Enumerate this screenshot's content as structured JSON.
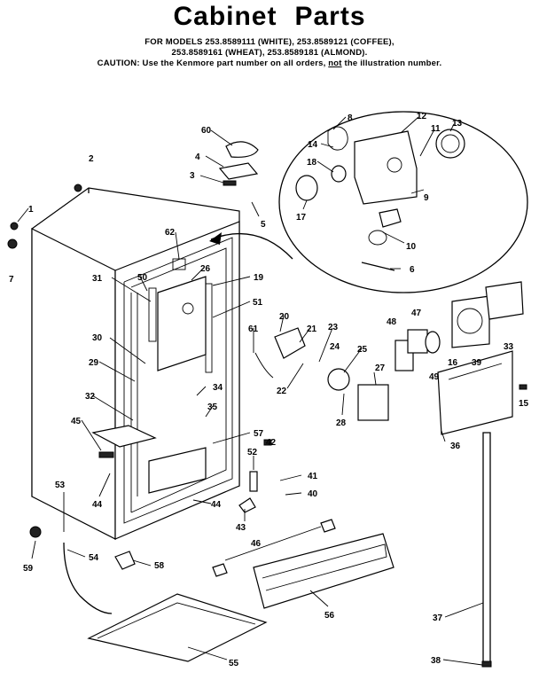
{
  "header": {
    "title_word1": "Cabinet",
    "title_word2": "Parts",
    "models_line1": "FOR MODELS 253.8589111 (WHITE), 253.8589121 (COFFEE),",
    "models_line2": "253.8589161 (WHEAT), 253.8589181 (ALMOND).",
    "caution_prefix": "CAUTION: Use the Kenmore part number on all orders,",
    "caution_not": "not",
    "caution_suffix": "the illustration number."
  },
  "callouts": [
    "60",
    "8",
    "12",
    "13",
    "14",
    "11",
    "18",
    "2",
    "4",
    "3",
    "5",
    "9",
    "17",
    "10",
    "1",
    "62",
    "7",
    "6",
    "26",
    "19",
    "31",
    "50",
    "51",
    "20",
    "61",
    "21",
    "23",
    "48",
    "47",
    "30",
    "24",
    "25",
    "33",
    "22",
    "29",
    "34",
    "27",
    "16",
    "49",
    "39",
    "35",
    "32",
    "28",
    "15",
    "45",
    "57",
    "42",
    "36",
    "52",
    "41",
    "40",
    "44",
    "53",
    "43",
    "46",
    "59",
    "54",
    "58",
    "56",
    "37",
    "55",
    "38"
  ]
}
